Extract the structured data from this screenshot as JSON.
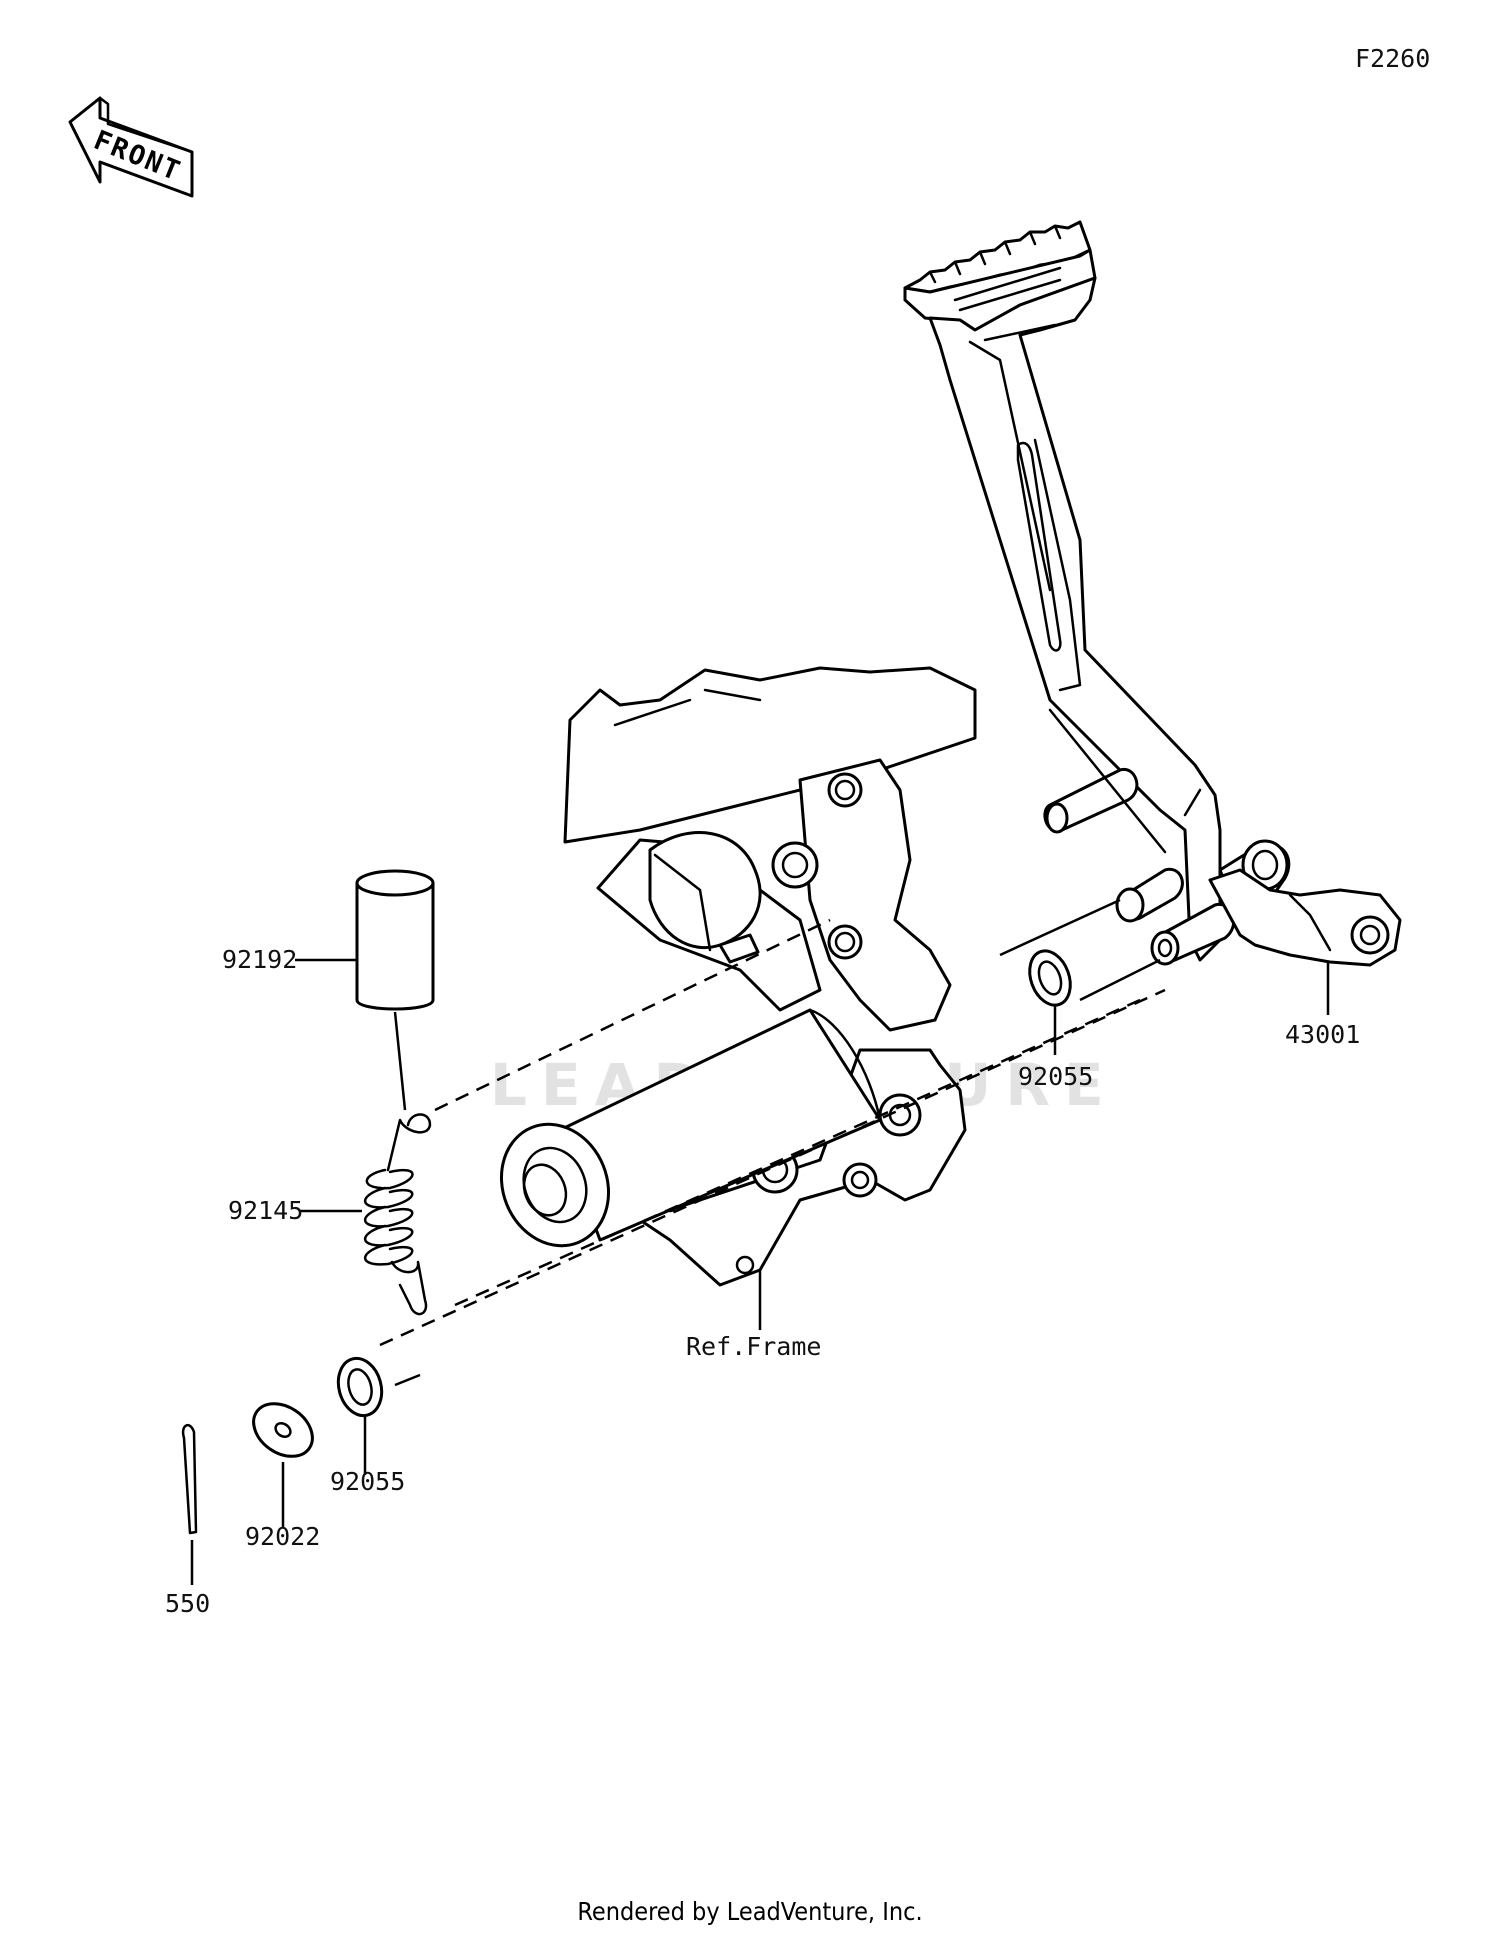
{
  "diagram_id": "F2260",
  "front_label": "FRONT",
  "watermark": "LEADVENTURE",
  "footer": "Rendered by LeadVenture, Inc.",
  "parts": {
    "brake_pedal": "43001",
    "collar": "92192",
    "spring": "92145",
    "washer_upper": "92055",
    "washer_lower": "92055",
    "washer_plain": "92022",
    "cotter_pin": "550",
    "frame_ref": "Ref.Frame"
  }
}
